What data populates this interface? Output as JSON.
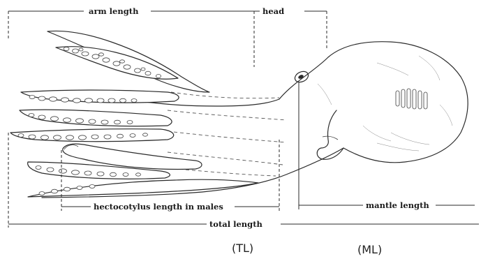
{
  "labels": {
    "arm_length": "arm length",
    "head": "head",
    "hectocotylus_length": "hectocotylus length in males",
    "mantle_length": "mantle length",
    "total_length": "total length",
    "tl_abbrev": "(TL)",
    "ml_abbrev": "(ML)"
  }
}
